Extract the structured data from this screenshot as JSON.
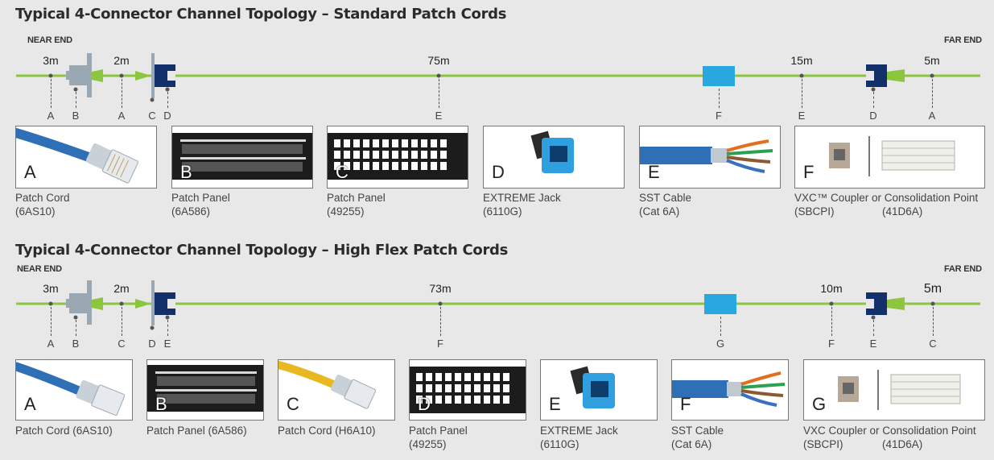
{
  "sections": [
    {
      "title": "Typical 4-Connector Channel Topology – Standard Patch Cords",
      "near_end": "NEAR END",
      "far_end": "FAR END",
      "distances": [
        "3m",
        "2m",
        "75m",
        "15m",
        "5m"
      ],
      "points": [
        "A",
        "B",
        "A",
        "C",
        "D",
        "E",
        "F",
        "E",
        "D",
        "A"
      ],
      "cards": [
        {
          "letter": "A",
          "caption1": "Patch Cord",
          "caption2": "(6AS10)"
        },
        {
          "letter": "B",
          "caption1": "Patch Panel",
          "caption2": "(6A586)"
        },
        {
          "letter": "C",
          "caption1": "Patch Panel",
          "caption2": "(49255)"
        },
        {
          "letter": "D",
          "caption1": "EXTREME Jack",
          "caption2": "(6110G)"
        },
        {
          "letter": "E",
          "caption1": "SST Cable",
          "caption2": "(Cat 6A)"
        },
        {
          "letter": "F",
          "caption1": "VXC™ Coupler or Consolidation Point",
          "caption2a": "(SBCPI)",
          "caption2b": "(41D6A)"
        }
      ]
    },
    {
      "title": "Typical 4-Connector Channel Topology – High Flex Patch Cords",
      "near_end": "NEAR END",
      "far_end": "FAR END",
      "distances": [
        "3m",
        "2m",
        "73m",
        "10m",
        "5m"
      ],
      "points": [
        "A",
        "B",
        "C",
        "D",
        "E",
        "F",
        "G",
        "F",
        "E",
        "C"
      ],
      "cards": [
        {
          "letter": "A",
          "caption1": "Patch Cord (6AS10)"
        },
        {
          "letter": "B",
          "caption1": "Patch Panel (6A586)"
        },
        {
          "letter": "C",
          "caption1": "Patch Cord (H6A10)"
        },
        {
          "letter": "D",
          "caption1": "Patch Panel",
          "caption2": "(49255)"
        },
        {
          "letter": "E",
          "caption1": "EXTREME Jack",
          "caption2": "(6110G)"
        },
        {
          "letter": "F",
          "caption1": "SST Cable",
          "caption2": "(Cat 6A)"
        },
        {
          "letter": "G",
          "caption1": "VXC Coupler or Consolidation Point",
          "caption2a": "(SBCPI)",
          "caption2b": "(41D6A)"
        }
      ]
    }
  ],
  "colors": {
    "line": "#8cc63f",
    "connector_gray": "#9aa8b4",
    "connector_navy": "#13306a",
    "consolidation": "#29a8e0",
    "cable_blue": "#2f6fb5",
    "cord_yellow": "#e8b820"
  }
}
